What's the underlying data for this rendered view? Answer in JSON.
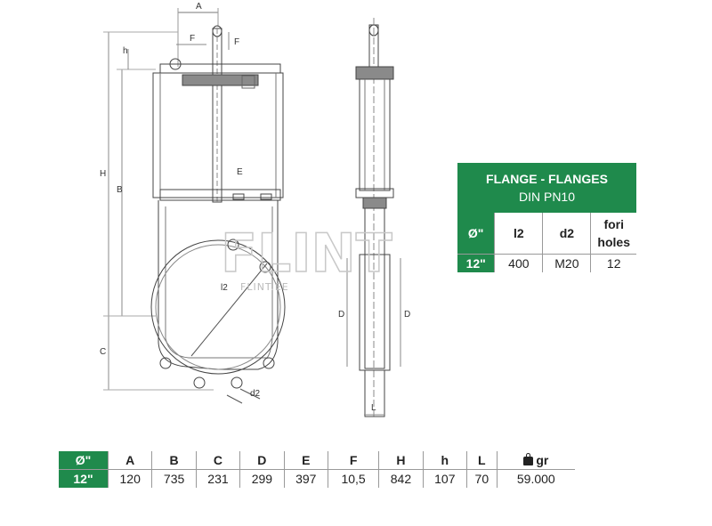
{
  "drawing": {
    "dimension_labels": {
      "A": "A",
      "h": "h",
      "F_front": "F",
      "F_side": "F",
      "H": "H",
      "B": "B",
      "E": "E",
      "C": "C",
      "l2": "l2",
      "d2": "d2",
      "D_left": "D",
      "D_right": "D",
      "L": "L"
    },
    "watermark": {
      "text": "FLINT",
      "sub": "FLINT.EE"
    }
  },
  "flange_table": {
    "title": "FLANGE - FLANGES",
    "subtitle": "DIN PN10",
    "columns": [
      "Ø\"",
      "l2",
      "d2",
      "fori holes"
    ],
    "rows": [
      [
        "12\"",
        "400",
        "M20",
        "12"
      ]
    ]
  },
  "dimensions_table": {
    "columns": [
      "Ø\"",
      "A",
      "B",
      "C",
      "D",
      "E",
      "F",
      "H",
      "h",
      "L",
      "gr"
    ],
    "rows": [
      [
        "12\"",
        "120",
        "735",
        "231",
        "299",
        "397",
        "10,5",
        "842",
        "107",
        "70",
        "59.000"
      ]
    ],
    "weight_icon": "weight-icon"
  },
  "colors": {
    "accent": "#1f8a4c"
  }
}
